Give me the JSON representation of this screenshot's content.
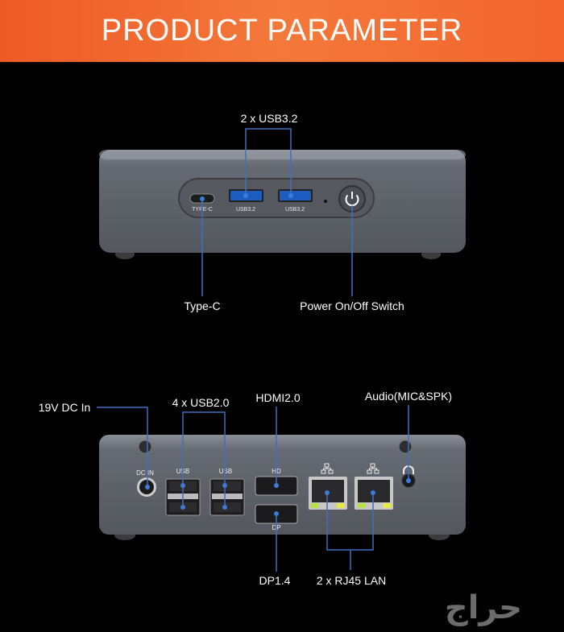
{
  "header": {
    "title": "PRODUCT PARAMETER",
    "color": "#f06a2e"
  },
  "front_panel": {
    "callouts": {
      "usb32": "2 x USB3.2",
      "type_c": "Type-C",
      "power": "Power On/Off Switch"
    },
    "port_labels": {
      "type_c": "TYPE-C",
      "usb_1": "USB3.2",
      "usb_2": "USB3.2"
    }
  },
  "rear_panel": {
    "callouts": {
      "dc_in": "19V DC In",
      "usb20": "4 x USB2.0",
      "hdmi": "HDMI2.0",
      "audio": "Audio(MIC&SPK)",
      "dp": "DP1.4",
      "lan": "2 x RJ45 LAN"
    },
    "port_labels": {
      "dc_in": "DC IN",
      "usb_1": "USB",
      "usb_2": "USB",
      "hd": "HD",
      "dp": "DP"
    }
  },
  "watermark": "حراج",
  "line_color": "#3f6fc0"
}
